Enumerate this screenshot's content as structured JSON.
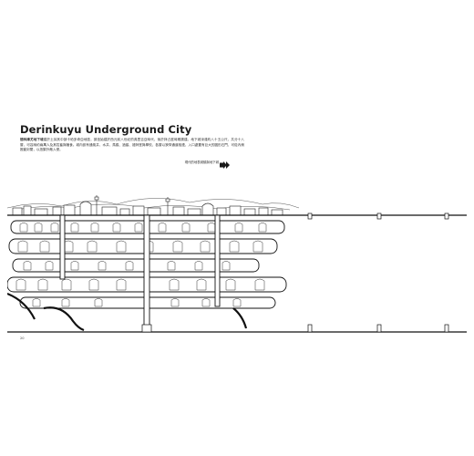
{
  "article": {
    "title": "Derinkuyu Underground City",
    "body_lead": "德林庫尤地下城",
    "body_rest": "建於土耳其中部卡帕多奇亞地區，據信始建於西元前八世紀的弗里吉亞時代，後於拜占庭時期擴建。地下城深達約八十五公尺，共分十八層，可容納約兩萬人及其牲畜與糧食。城內設有通風井、水井、馬廄、酒窖、禮拜堂與學校，各層以狹窄通道相連，入口處置有巨大的圓形石門，可從內側推動封閉，以抵禦外敵入侵。",
    "caption": "現代的地表城鎮與地下城",
    "page_number": "20"
  },
  "icons": {
    "arrow": "arrow-right-icon"
  },
  "colors": {
    "ink": "#1a1a1a",
    "paper": "#ffffff"
  }
}
